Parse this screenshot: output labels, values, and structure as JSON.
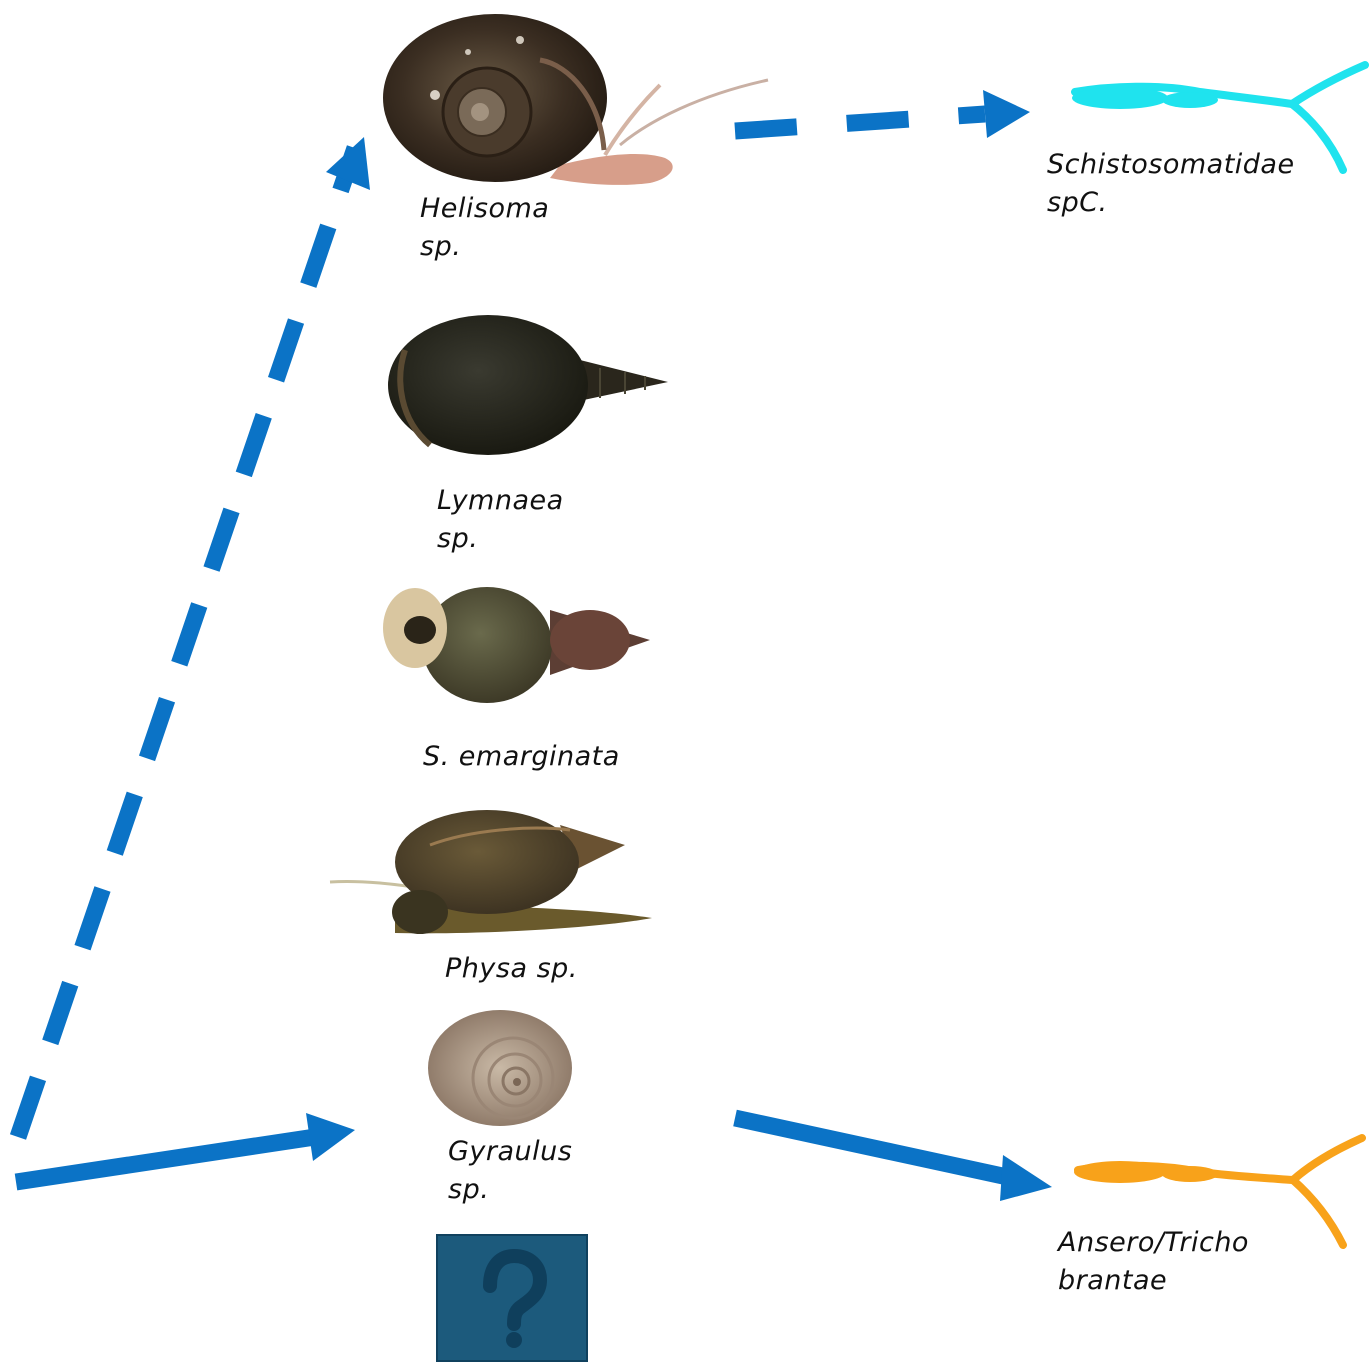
{
  "colors": {
    "arrow": "#0b73c6",
    "parasite_top": "#1fe3ee",
    "parasite_bottom": "#f8a21a",
    "unknown_box": "#1c5a7c",
    "unknown_mark": "#0f3f5c"
  },
  "snails": [
    {
      "name_line1": "Helisoma",
      "name_line2": "sp.",
      "icon": "helisoma-snail-photo"
    },
    {
      "name_line1": "Lymnaea",
      "name_line2": "sp.",
      "icon": "lymnaea-snail-photo"
    },
    {
      "name_line1": "S. emarginata",
      "name_line2": "",
      "icon": "stagnicola-snail-photo"
    },
    {
      "name_line1": "Physa sp.",
      "name_line2": "",
      "icon": "physa-snail-photo"
    },
    {
      "name_line1": "Gyraulus",
      "name_line2": "sp.",
      "icon": "gyraulus-snail-photo"
    }
  ],
  "unknown": {
    "icon": "question-mark-icon"
  },
  "parasites": [
    {
      "name_line1": "Schistosomatidae",
      "name_line2": "spC.",
      "icon": "cercaria-icon-cyan"
    },
    {
      "name_line1": "Ansero/Tricho",
      "name_line2": "brantae",
      "icon": "cercaria-icon-orange"
    }
  ],
  "arrows": [
    {
      "from": "origin",
      "to": "Helisoma sp.",
      "style": "dashed"
    },
    {
      "from": "Helisoma sp.",
      "to": "Schistosomatidae spC.",
      "style": "dashed"
    },
    {
      "from": "origin",
      "to": "Gyraulus sp.",
      "style": "solid"
    },
    {
      "from": "Gyraulus sp.",
      "to": "Ansero/Tricho brantae",
      "style": "solid"
    }
  ]
}
